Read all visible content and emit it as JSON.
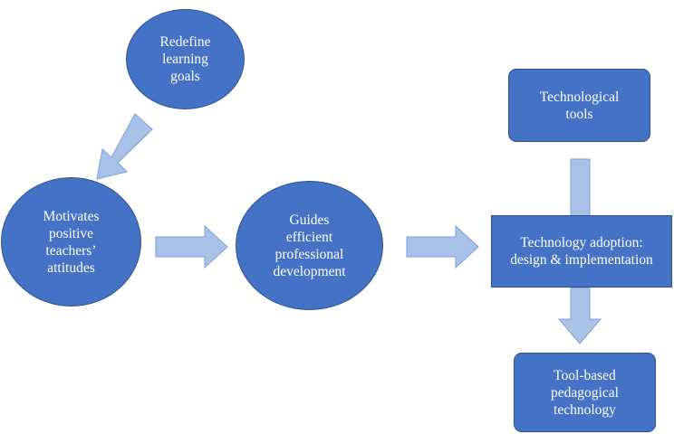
{
  "nodes": {
    "redefine_goals": "Redefine\nlearning\ngoals",
    "motivates_attitudes": "Motivates\npositive\nteachers’\nattitudes",
    "guides_development": "Guides\nefficient\nprofessional\ndevelopment",
    "technological_tools": "Technological\ntools",
    "technology_adoption": "Technology adoption:\ndesign & implementation",
    "tool_based_technology": "Tool-based\npedagogical\ntechnology"
  },
  "colors": {
    "node_fill": "#4472c4",
    "node_border": "#2f528f",
    "node_text": "#ffffff",
    "arrow_fill": "#a9c2e8",
    "arrow_border": "#7f9fd4"
  }
}
